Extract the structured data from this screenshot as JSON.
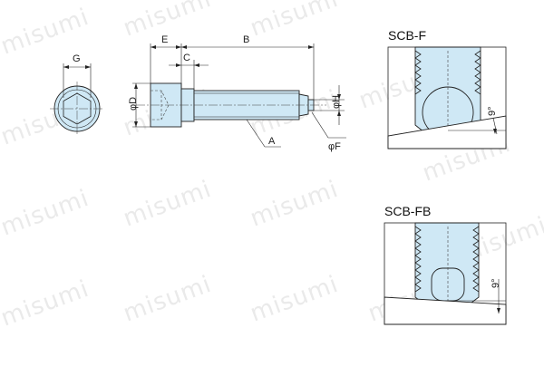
{
  "watermark": {
    "text": "misumi"
  },
  "labels": {
    "G": "G",
    "E": "E",
    "B": "B",
    "C": "C",
    "D": "φD",
    "H": "φH",
    "A": "A",
    "F": "φF"
  },
  "views": {
    "scb_f": {
      "title": "SCB-F",
      "angle": "9°"
    },
    "scb_fb": {
      "title": "SCB-FB",
      "angle": "9°"
    }
  },
  "colors": {
    "part_fill": "#cfe8f5",
    "outline": "#222222",
    "watermark": "#d9d9d9"
  }
}
